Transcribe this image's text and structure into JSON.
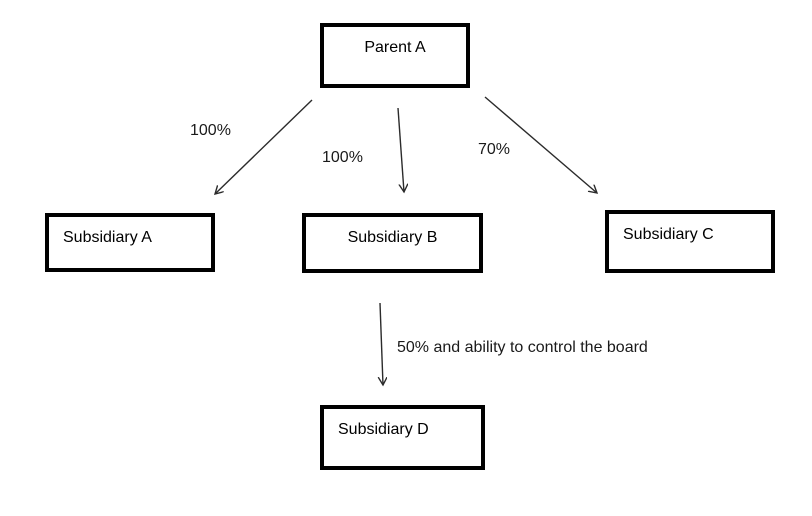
{
  "diagram": {
    "background_color": "#ffffff",
    "box_border_color": "#000000",
    "line_color": "#2b2b2b",
    "text_color": "#000000",
    "nodes": [
      {
        "id": "parent-a",
        "label": "Parent A"
      },
      {
        "id": "subsidiary-a",
        "label": "Subsidiary A"
      },
      {
        "id": "subsidiary-b",
        "label": "Subsidiary B"
      },
      {
        "id": "subsidiary-c",
        "label": "Subsidiary C"
      },
      {
        "id": "subsidiary-d",
        "label": "Subsidiary D"
      }
    ],
    "edges": [
      {
        "from": "Parent A",
        "to": "Subsidiary A",
        "label": "100%"
      },
      {
        "from": "Parent A",
        "to": "Subsidiary B",
        "label": "100%"
      },
      {
        "from": "Parent A",
        "to": "Subsidiary C",
        "label": "70%"
      },
      {
        "from": "Subsidiary B",
        "to": "Subsidiary D",
        "label": "50% and ability to control the board"
      }
    ]
  }
}
